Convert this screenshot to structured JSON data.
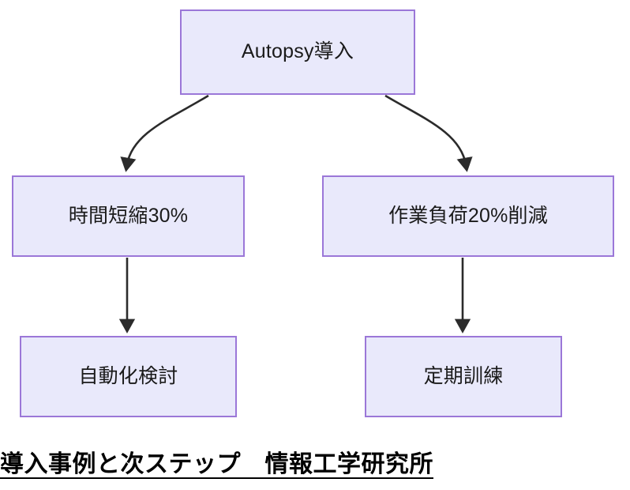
{
  "diagram": {
    "type": "flowchart",
    "orientation": "top-down",
    "theme": {
      "node_fill": "#e9e9fb",
      "node_border": "#9b77d8",
      "edge_color": "#2b2b2b",
      "text_color": "#1a1a1a",
      "background": "#ffffff"
    },
    "nodes": [
      {
        "id": "root",
        "label": "Autopsy導入"
      },
      {
        "id": "time",
        "label": "時間短縮30%"
      },
      {
        "id": "workload",
        "label": "作業負荷20%削減"
      },
      {
        "id": "automation",
        "label": "自動化検討"
      },
      {
        "id": "training",
        "label": "定期訓練"
      }
    ],
    "edges": [
      {
        "id": "root-to-time",
        "from": "root",
        "to": "time",
        "style": "curved",
        "arrowhead": "filled-triangle"
      },
      {
        "id": "root-to-workload",
        "from": "root",
        "to": "workload",
        "style": "curved",
        "arrowhead": "filled-triangle"
      },
      {
        "id": "time-to-automation",
        "from": "time",
        "to": "automation",
        "style": "straight",
        "arrowhead": "filled-triangle"
      },
      {
        "id": "workload-to-training",
        "from": "workload",
        "to": "training",
        "style": "straight",
        "arrowhead": "filled-triangle"
      }
    ]
  },
  "caption": {
    "text": "導入事例と次ステップ　情報工学研究所",
    "underlined": true
  }
}
